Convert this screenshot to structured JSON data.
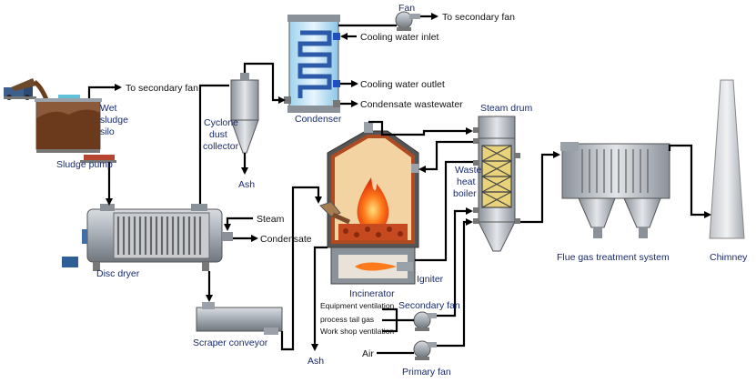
{
  "labels": {
    "wet_sludge_silo": [
      "Wet",
      "sludge",
      "silo"
    ],
    "sludge_pump": "Sludge pump",
    "to_secondary_fan_1": "To secondary fan",
    "cyclone": [
      "Cyclone",
      "dust",
      "collector"
    ],
    "ash_cyclone": "Ash",
    "fan": "Fan",
    "to_secondary_fan_2": "To secondary fan",
    "cooling_water_inlet": "Cooling water inlet",
    "cooling_water_outlet": "Cooling water outlet",
    "condensate_wastewater": "Condensate wastewater",
    "condenser": "Condenser",
    "steam_drum": "Steam drum",
    "waste_heat_boiler": [
      "Waste",
      "heat",
      "boiler"
    ],
    "steam": "Steam",
    "condensate": "Condensate",
    "disc_dryer": "Disc dryer",
    "igniter": "Igniter",
    "incinerator": "Incinerator",
    "secondary_fan": "Secondary fan",
    "equipment_ventilation": "Equipment ventilation",
    "process_tail_gas": "process tail gas",
    "workshop_ventilation": "Work shop ventilation",
    "air": "Air",
    "primary_fan": "Primary fan",
    "scraper_conveyor": "Scraper conveyor",
    "ash_incinerator": "Ash",
    "flue_gas_treatment": "Flue gas treatment system",
    "chimney": "Chimney"
  }
}
